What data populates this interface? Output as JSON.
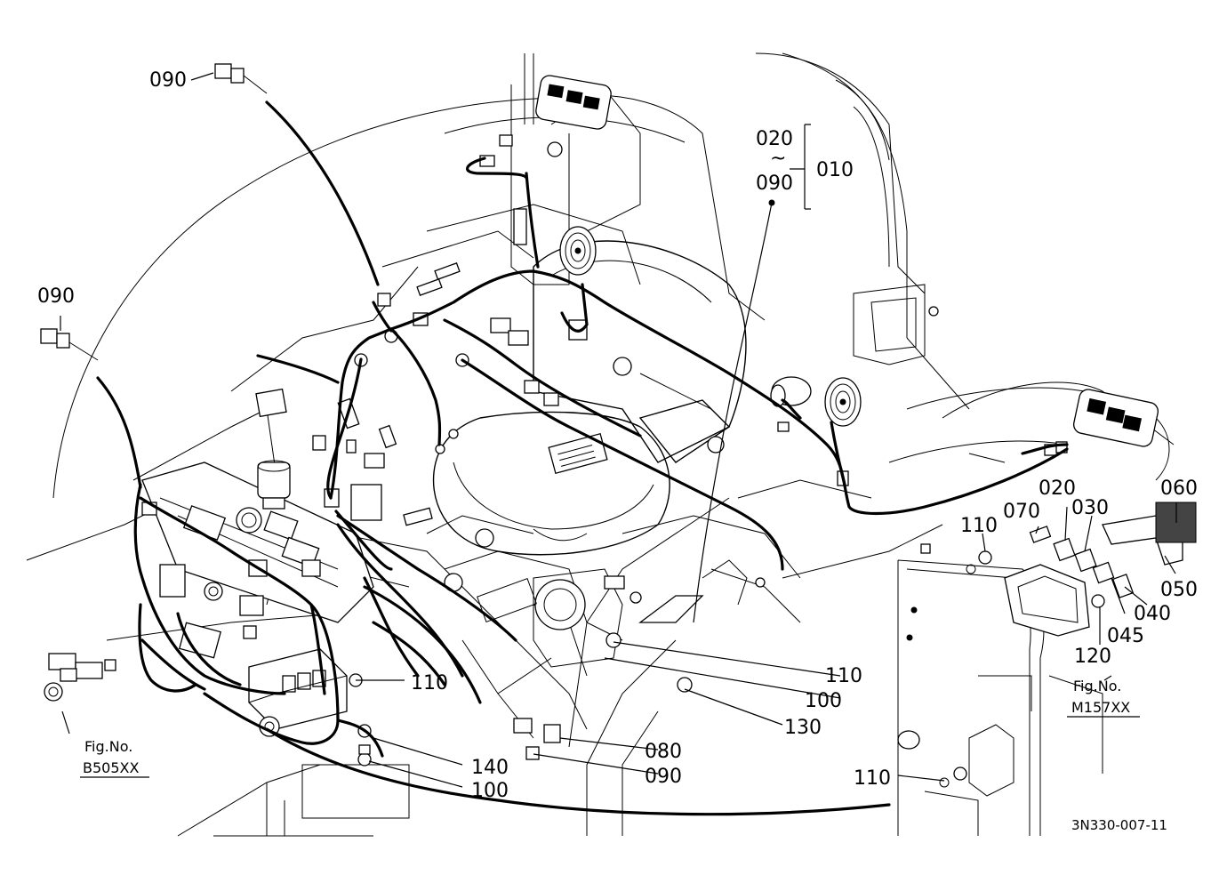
{
  "diagram": {
    "callouts": [
      {
        "id": "c090a",
        "text": "090"
      },
      {
        "id": "c090b",
        "text": "090"
      },
      {
        "id": "c020top",
        "text": "020"
      },
      {
        "id": "ctilde",
        "text": "~"
      },
      {
        "id": "c090c",
        "text": "090"
      },
      {
        "id": "c010",
        "text": "010"
      },
      {
        "id": "c110a",
        "text": "110"
      },
      {
        "id": "c070",
        "text": "070"
      },
      {
        "id": "c020",
        "text": "020"
      },
      {
        "id": "c030",
        "text": "030"
      },
      {
        "id": "c060",
        "text": "060"
      },
      {
        "id": "c050",
        "text": "050"
      },
      {
        "id": "c040",
        "text": "040"
      },
      {
        "id": "c045",
        "text": "045"
      },
      {
        "id": "c120",
        "text": "120"
      },
      {
        "id": "c110b",
        "text": "110"
      },
      {
        "id": "c110c",
        "text": "110"
      },
      {
        "id": "c100a",
        "text": "100"
      },
      {
        "id": "c130",
        "text": "130"
      },
      {
        "id": "c080",
        "text": "080"
      },
      {
        "id": "c090d",
        "text": "090"
      },
      {
        "id": "c140",
        "text": "140"
      },
      {
        "id": "c100b",
        "text": "100"
      },
      {
        "id": "c110d",
        "text": "110"
      }
    ],
    "fig_refs": [
      {
        "id": "figA",
        "line1": "Fig.No.",
        "line2": "B505XX"
      },
      {
        "id": "figB",
        "line1": "Fig.No.",
        "line2": "M157XX"
      }
    ],
    "drawing_number": "3N330-007-11"
  }
}
